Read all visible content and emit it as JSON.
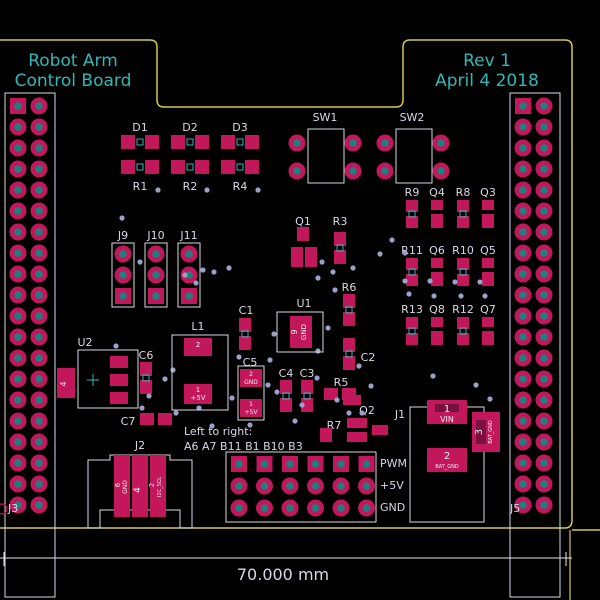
{
  "board": {
    "title_line1": "Robot Arm",
    "title_line2": "Control Board",
    "rev_line1": "Rev 1",
    "rev_line2": "April 4 2018",
    "dimension": "70.000 mm"
  },
  "labels": {
    "D1": "D1",
    "D2": "D2",
    "D3": "D3",
    "R1": "R1",
    "R2": "R2",
    "R4": "R4",
    "SW1": "SW1",
    "SW2": "SW2",
    "J9": "J9",
    "J10": "J10",
    "J11": "J11",
    "Q1": "Q1",
    "R3": "R3",
    "R9": "R9",
    "Q4": "Q4",
    "R8": "R8",
    "Q3": "Q3",
    "R11": "R11",
    "Q6": "Q6",
    "R10": "R10",
    "Q5": "Q5",
    "R13": "R13",
    "Q8": "Q8",
    "R12": "R12",
    "Q7": "Q7",
    "U2": "U2",
    "L1": "L1",
    "C1": "C1",
    "U1": "U1",
    "R6": "R6",
    "C6": "C6",
    "C5": "C5",
    "C2": "C2",
    "C4": "C4",
    "C3": "C3",
    "R5": "R5",
    "C7": "C7",
    "R7": "R7",
    "Q2": "Q2",
    "J1": "J1",
    "J2": "J2",
    "J3": "J3",
    "J5": "J5",
    "left_to_right": "Left to right:",
    "pin_names": "A6 A7 B11 B1 B10 B3",
    "pwm": "PWM",
    "plus5v": "+5V",
    "gnd": "GND"
  },
  "pad_text": {
    "u2_tab": "4",
    "l1_pin2": "2",
    "l1_pin1": "1",
    "l1_plus5v": "+5V",
    "u1_pad": "9",
    "u1_gnd": "GND",
    "c5_pin2": "2",
    "c5_gnd": "GND",
    "c5_pin1": "1",
    "c5_plus5v": "+5V",
    "j1_vin": "VIN",
    "j1_pin1": "1",
    "j1_pin2": "2",
    "j1_batgnd": "BAT_GND",
    "j1_pin3": "3",
    "j1_batgnd_b": "BAT_GND",
    "j2_p6": "6",
    "j2_gnd": "GND",
    "j2_p4": "4",
    "j2_p2": "2",
    "j2_i2c": "I2C_SCL"
  },
  "colors": {
    "background": "#000000",
    "board_edge": "#d8c94a",
    "copper_pad": "#c2185b",
    "silkscreen": "#d9d9e6",
    "fab_text": "#2fb8b8",
    "pad_hole": "#1f7f7f",
    "via": "#9aa0c8"
  }
}
